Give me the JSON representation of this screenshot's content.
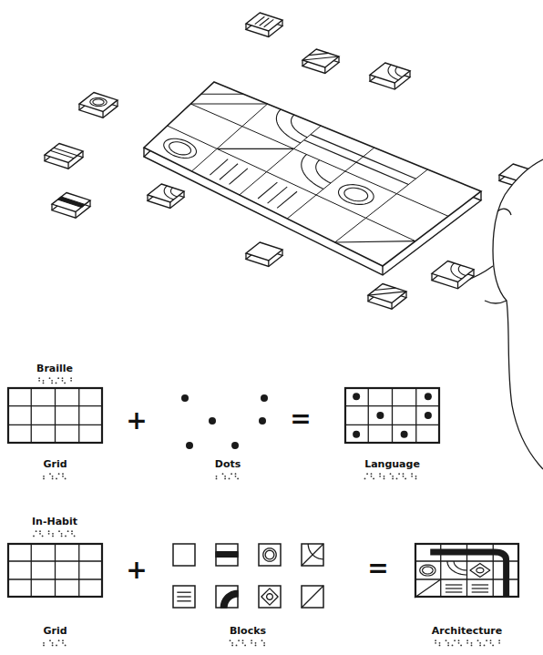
{
  "diagram": {
    "nodes": [
      {
        "text": [
          "Grid"
        ]
      },
      {
        "text": [
          "Language"
        ]
      },
      {
        "text": [
          "Grid"
        ]
      },
      {
        "text": [
          "Architecture"
        ]
      }
    ],
    "labels": [
      "Braille",
      "+",
      "Dots",
      "=",
      "In-Habit",
      "+",
      "Blocks",
      "="
    ]
  }
}
